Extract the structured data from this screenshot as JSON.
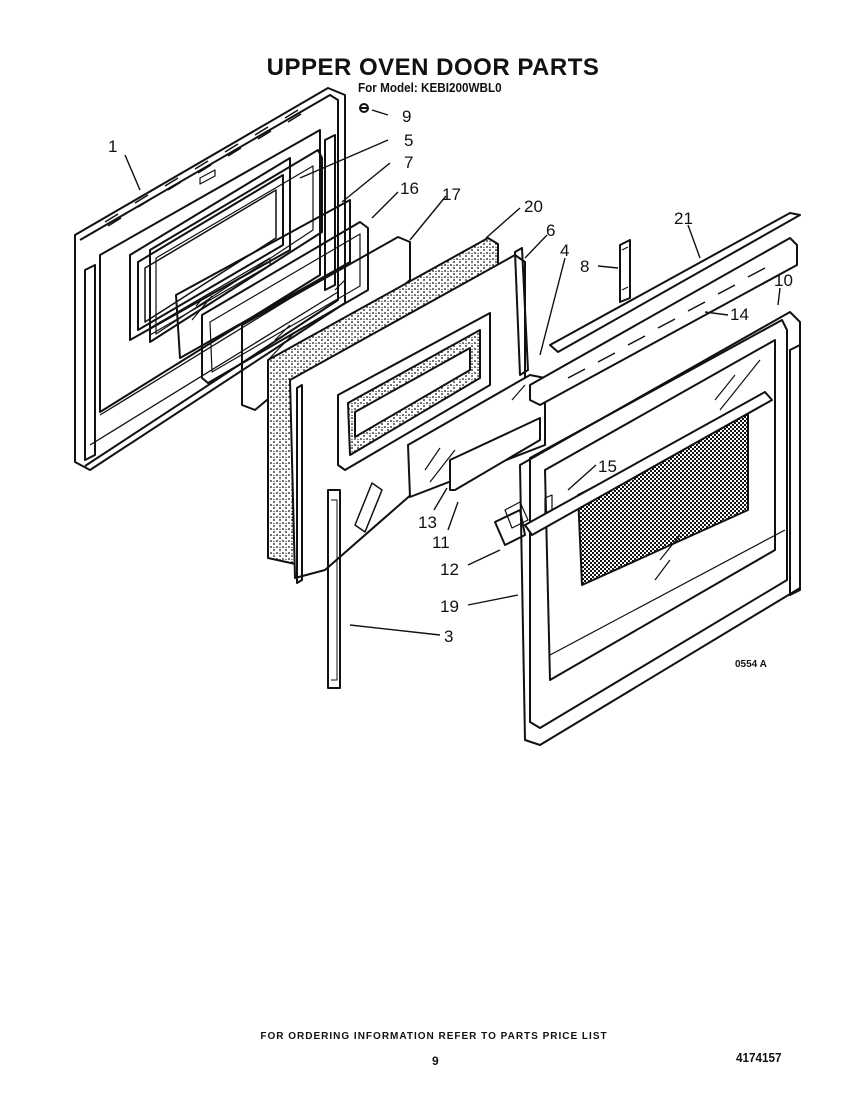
{
  "header": {
    "title": "UPPER OVEN DOOR PARTS",
    "model_line": "For Model: KEBI200WBL0"
  },
  "callouts": [
    {
      "number": "1"
    },
    {
      "number": "9"
    },
    {
      "number": "5"
    },
    {
      "number": "7"
    },
    {
      "number": "16"
    },
    {
      "number": "17"
    },
    {
      "number": "20"
    },
    {
      "number": "6"
    },
    {
      "number": "4"
    },
    {
      "number": "8"
    },
    {
      "number": "21"
    },
    {
      "number": "10"
    },
    {
      "number": "14"
    },
    {
      "number": "15"
    },
    {
      "number": "13"
    },
    {
      "number": "11"
    },
    {
      "number": "12"
    },
    {
      "number": "19"
    },
    {
      "number": "3"
    }
  ],
  "diagram_code": "0554 A",
  "footer": {
    "note": "FOR ORDERING INFORMATION REFER TO PARTS PRICE LIST",
    "page_number": "9",
    "document_number": "4174157"
  }
}
